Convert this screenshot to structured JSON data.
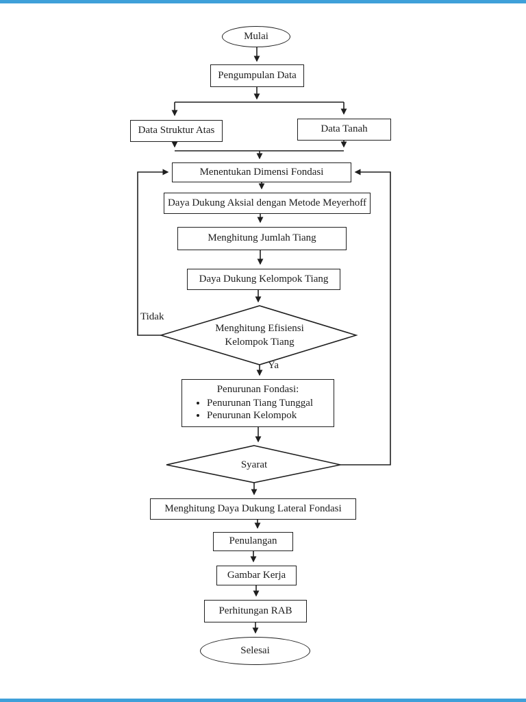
{
  "page": {
    "background": "#ffffff",
    "edge_bar_color": "#3fa0d9"
  },
  "flowchart": {
    "nodes": {
      "start": {
        "label": "Mulai"
      },
      "collect": {
        "label": "Pengumpulan Data"
      },
      "struktur": {
        "label": "Data Struktur Atas"
      },
      "tanah": {
        "label": "Data Tanah"
      },
      "dimensi": {
        "label": "Menentukan Dimensi Fondasi"
      },
      "aksial": {
        "label": "Daya Dukung Aksial dengan Metode Meyerhoff"
      },
      "jumlah": {
        "label": "Menghitung Jumlah Tiang"
      },
      "kelompok": {
        "label": "Daya Dukung Kelompok Tiang"
      },
      "efisiensi": {
        "line1": "Menghitung Efisiensi",
        "line2": "Kelompok Tiang"
      },
      "penurunan": {
        "title": "Penurunan Fondasi:",
        "items": [
          "Penurunan Tiang Tunggal",
          "Penurunan Kelompok"
        ]
      },
      "syarat": {
        "label": "Syarat"
      },
      "lateral": {
        "label": "Menghitung Daya Dukung Lateral Fondasi"
      },
      "penulangan": {
        "label": "Penulangan"
      },
      "gambar": {
        "label": "Gambar Kerja"
      },
      "rab": {
        "label": "Perhitungan RAB"
      },
      "end": {
        "label": "Selesai"
      }
    },
    "edge_labels": {
      "no": "Tidak",
      "yes": "Ya"
    },
    "line_color": "#1f1f1f"
  }
}
